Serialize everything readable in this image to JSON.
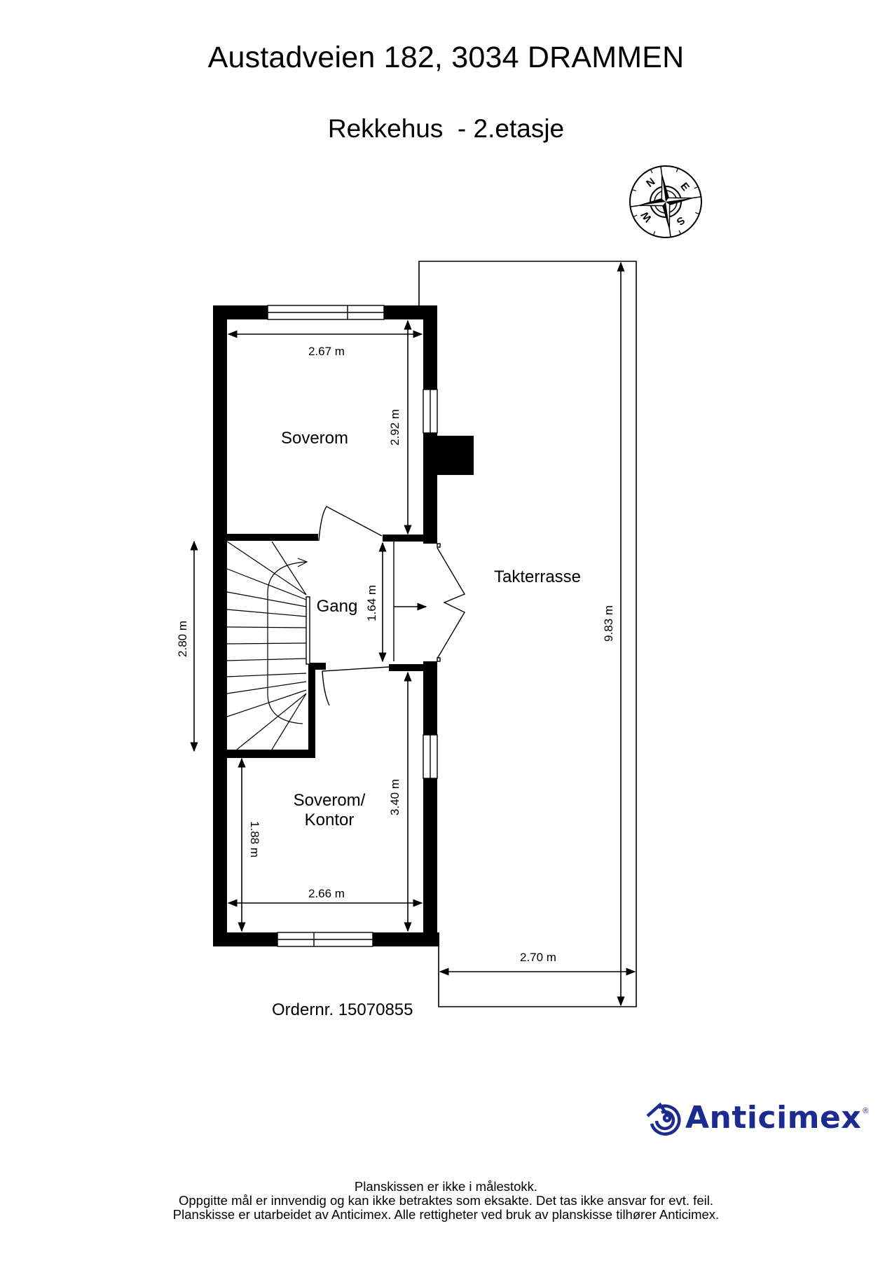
{
  "header": {
    "address": "Austadveien 182, 3034 DRAMMEN",
    "floor_label": "Rekkehus  - 2.etasje"
  },
  "compass": {
    "icon": "compass-rose-icon",
    "labels": {
      "north": "N",
      "east": "E",
      "south": "S",
      "west": "W"
    }
  },
  "rooms": [
    {
      "id": "soverom",
      "label": "Soverom"
    },
    {
      "id": "gang",
      "label": "Gang"
    },
    {
      "id": "soverom-kontor",
      "label_line1": "Soverom/",
      "label_line2": "Kontor"
    },
    {
      "id": "takterrasse",
      "label": "Takterrasse"
    }
  ],
  "dimensions": {
    "soverom_width": "2.67 m",
    "soverom_depth": "2.92 m",
    "stair_length": "2.80 m",
    "gang_width": "1.64 m",
    "kontor_depth": "3.40 m",
    "kontor_partial": "1.88 m",
    "kontor_width": "2.66 m",
    "terrace_length": "9.83 m",
    "terrace_width": "2.70 m"
  },
  "order": {
    "label": "Ordernr. 15070855"
  },
  "brand": {
    "name": "Anticimex",
    "registered": "®",
    "color": "#1d2c8c",
    "icon": "anticimex-logo-icon"
  },
  "disclaimer": {
    "line1": "Planskissen er ikke i målestokk.",
    "line2": "Oppgitte mål er innvendig og kan ikke betraktes som eksakte. Det tas ikke ansvar for evt. feil.",
    "line3": "Planskisse er utarbeidet av Anticimex. Alle rettigheter ved bruk av planskisse tilhører Anticimex."
  }
}
